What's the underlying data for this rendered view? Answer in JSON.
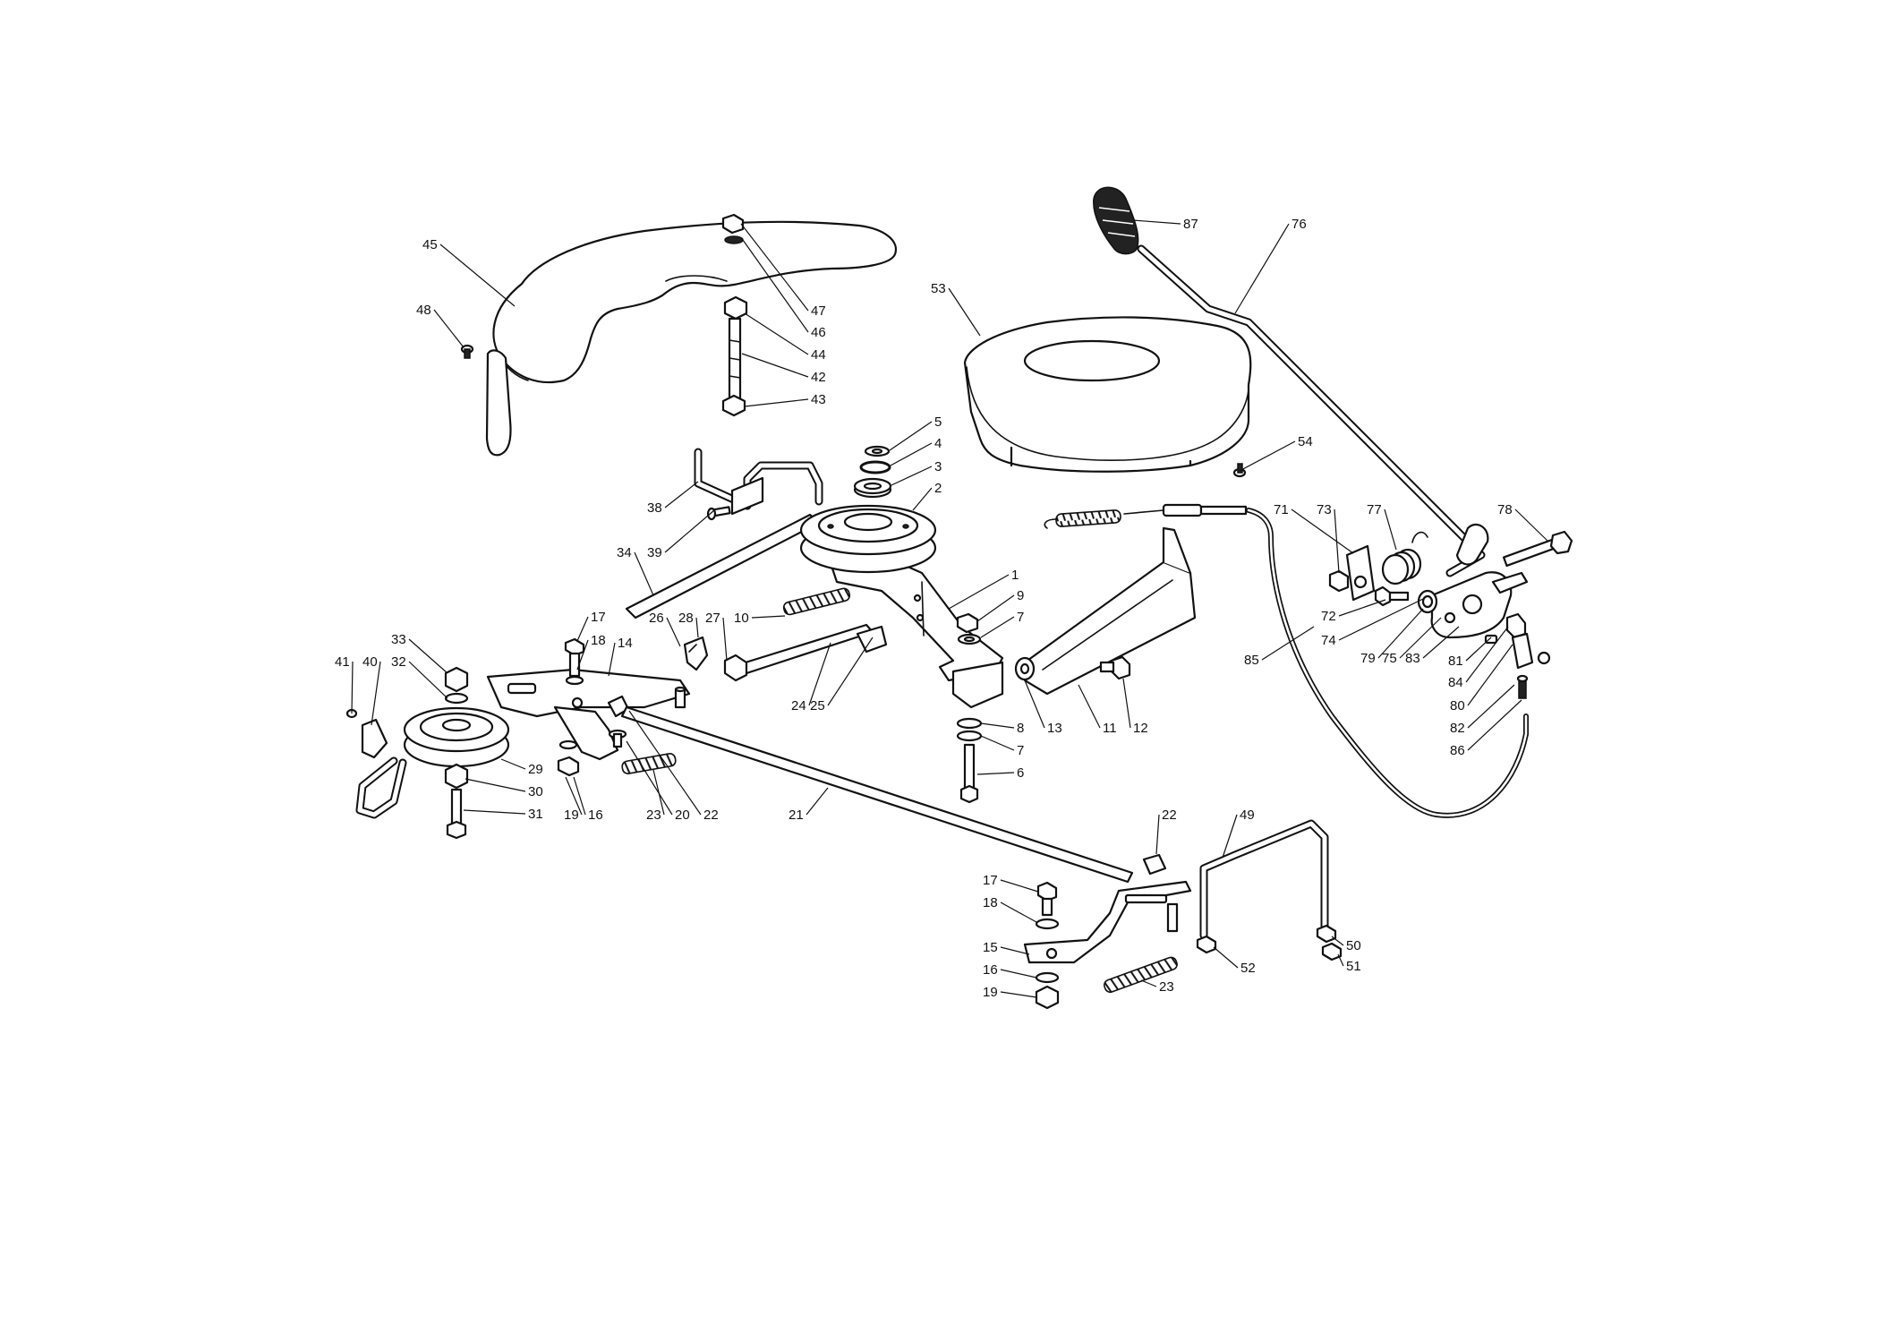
{
  "callouts": [
    {
      "label": "1"
    },
    {
      "label": "2"
    },
    {
      "label": "3"
    },
    {
      "label": "4"
    },
    {
      "label": "5"
    },
    {
      "label": "6"
    },
    {
      "label": "7"
    },
    {
      "label": "7"
    },
    {
      "label": "8"
    },
    {
      "label": "9"
    },
    {
      "label": "10"
    },
    {
      "label": "11"
    },
    {
      "label": "12"
    },
    {
      "label": "13"
    },
    {
      "label": "14"
    },
    {
      "label": "15"
    },
    {
      "label": "16"
    },
    {
      "label": "16"
    },
    {
      "label": "17"
    },
    {
      "label": "17"
    },
    {
      "label": "18"
    },
    {
      "label": "18"
    },
    {
      "label": "19"
    },
    {
      "label": "19"
    },
    {
      "label": "20"
    },
    {
      "label": "21"
    },
    {
      "label": "22"
    },
    {
      "label": "22"
    },
    {
      "label": "23"
    },
    {
      "label": "23"
    },
    {
      "label": "24"
    },
    {
      "label": "25"
    },
    {
      "label": "26"
    },
    {
      "label": "27"
    },
    {
      "label": "28"
    },
    {
      "label": "29"
    },
    {
      "label": "30"
    },
    {
      "label": "31"
    },
    {
      "label": "32"
    },
    {
      "label": "33"
    },
    {
      "label": "34"
    },
    {
      "label": "38"
    },
    {
      "label": "39"
    },
    {
      "label": "40"
    },
    {
      "label": "41"
    },
    {
      "label": "42"
    },
    {
      "label": "43"
    },
    {
      "label": "44"
    },
    {
      "label": "45"
    },
    {
      "label": "46"
    },
    {
      "label": "47"
    },
    {
      "label": "48"
    },
    {
      "label": "49"
    },
    {
      "label": "50"
    },
    {
      "label": "51"
    },
    {
      "label": "52"
    },
    {
      "label": "53"
    },
    {
      "label": "54"
    },
    {
      "label": "71"
    },
    {
      "label": "72"
    },
    {
      "label": "73"
    },
    {
      "label": "74"
    },
    {
      "label": "75"
    },
    {
      "label": "76"
    },
    {
      "label": "77"
    },
    {
      "label": "78"
    },
    {
      "label": "79"
    },
    {
      "label": "80"
    },
    {
      "label": "81"
    },
    {
      "label": "82"
    },
    {
      "label": "83"
    },
    {
      "label": "84"
    },
    {
      "label": "85"
    },
    {
      "label": "86"
    },
    {
      "label": "87"
    }
  ]
}
